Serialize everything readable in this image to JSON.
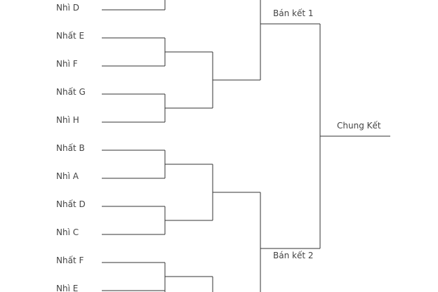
{
  "teams": [
    "Nhì D",
    "Nhất E",
    "Nhì F",
    "Nhất G",
    "Nhì H",
    "Nhất B",
    "Nhì A",
    "Nhất D",
    "Nhì C",
    "Nhất F",
    "Nhì E"
  ],
  "rounds": {
    "semifinal_1": "Bán kết 1",
    "semifinal_2": "Bán kết 2",
    "final": "Chung Kết"
  },
  "colors": {
    "line": "#333333",
    "text": "#444444",
    "background": "#ffffff"
  }
}
